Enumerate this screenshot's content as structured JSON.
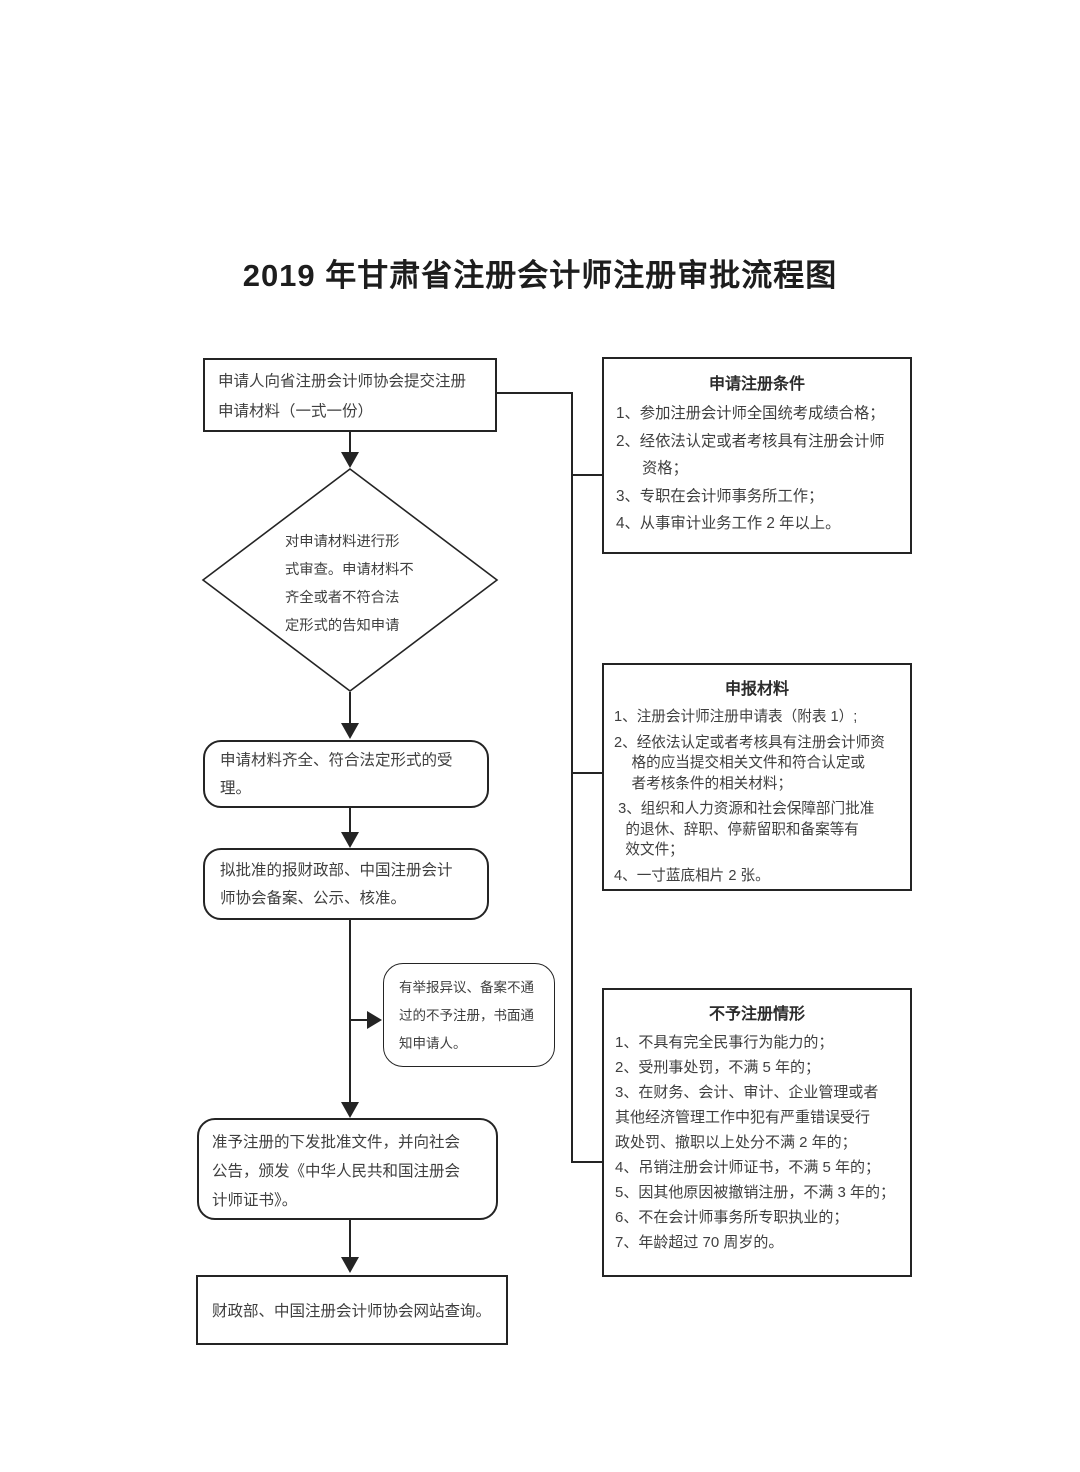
{
  "title": "2019 年甘肃省注册会计师注册审批流程图",
  "colors": {
    "ink": "#3f3f3f",
    "line": "#242424",
    "background": "#ffffff"
  },
  "flow": {
    "submit_box": "申请人向省注册会计师协会提交注册\n申请材料（一式一份）",
    "review_diamond": "对申请材料进行形\n式审查。申请材料不\n齐全或者不符合法\n定形式的告知申请",
    "accept_box": "申请材料齐全、符合法定形式的受\n理。",
    "approve_box": "拟批准的报财政部、中国注册会计\n师协会备案、公示、核准。",
    "reject_note": "有举报异议、备案不通\n过的不予注册，书面通\n知申请人。",
    "certificate_box": "准予注册的下发批准文件，并向社会\n公告，颁发《中华人民共和国注册会\n计师证书》。",
    "query_box": "财政部、中国注册会计师协会网站查询。"
  },
  "panels": {
    "conditions": {
      "title": "申请注册条件",
      "items": [
        "1、参加注册会计师全国统考成绩合格；",
        "2、经依法认定或者考核具有注册会计师\n资格；",
        "3、专职在会计师事务所工作；",
        "4、从事审计业务工作 2 年以上。"
      ]
    },
    "materials": {
      "title": "申报材料",
      "items": [
        "1、注册会计师注册申请表（附表 1）;",
        "2、经依法认定或者考核具有注册会计师资\n格的应当提交相关文件和符合认定或\n者考核条件的相关材料；",
        "3、组织和人力资源和社会保障部门批准\n的退休、辞职、停薪留职和备案等有\n效文件；",
        "4、一寸蓝底相片 2 张。"
      ]
    },
    "denial": {
      "title": "不予注册情形",
      "items": [
        "1、不具有完全民事行为能力的；",
        "2、受刑事处罚，不满 5 年的；",
        "3、在财务、会计、审计、企业管理或者\n其他经济管理工作中犯有严重错误受行\n政处罚、撤职以上处分不满 2 年的；",
        "4、吊销注册会计师证书，不满 5 年的；",
        "5、因其他原因被撤销注册，不满 3 年的；",
        "6、不在会计师事务所专职执业的；",
        "7、年龄超过 70 周岁的。"
      ]
    }
  }
}
